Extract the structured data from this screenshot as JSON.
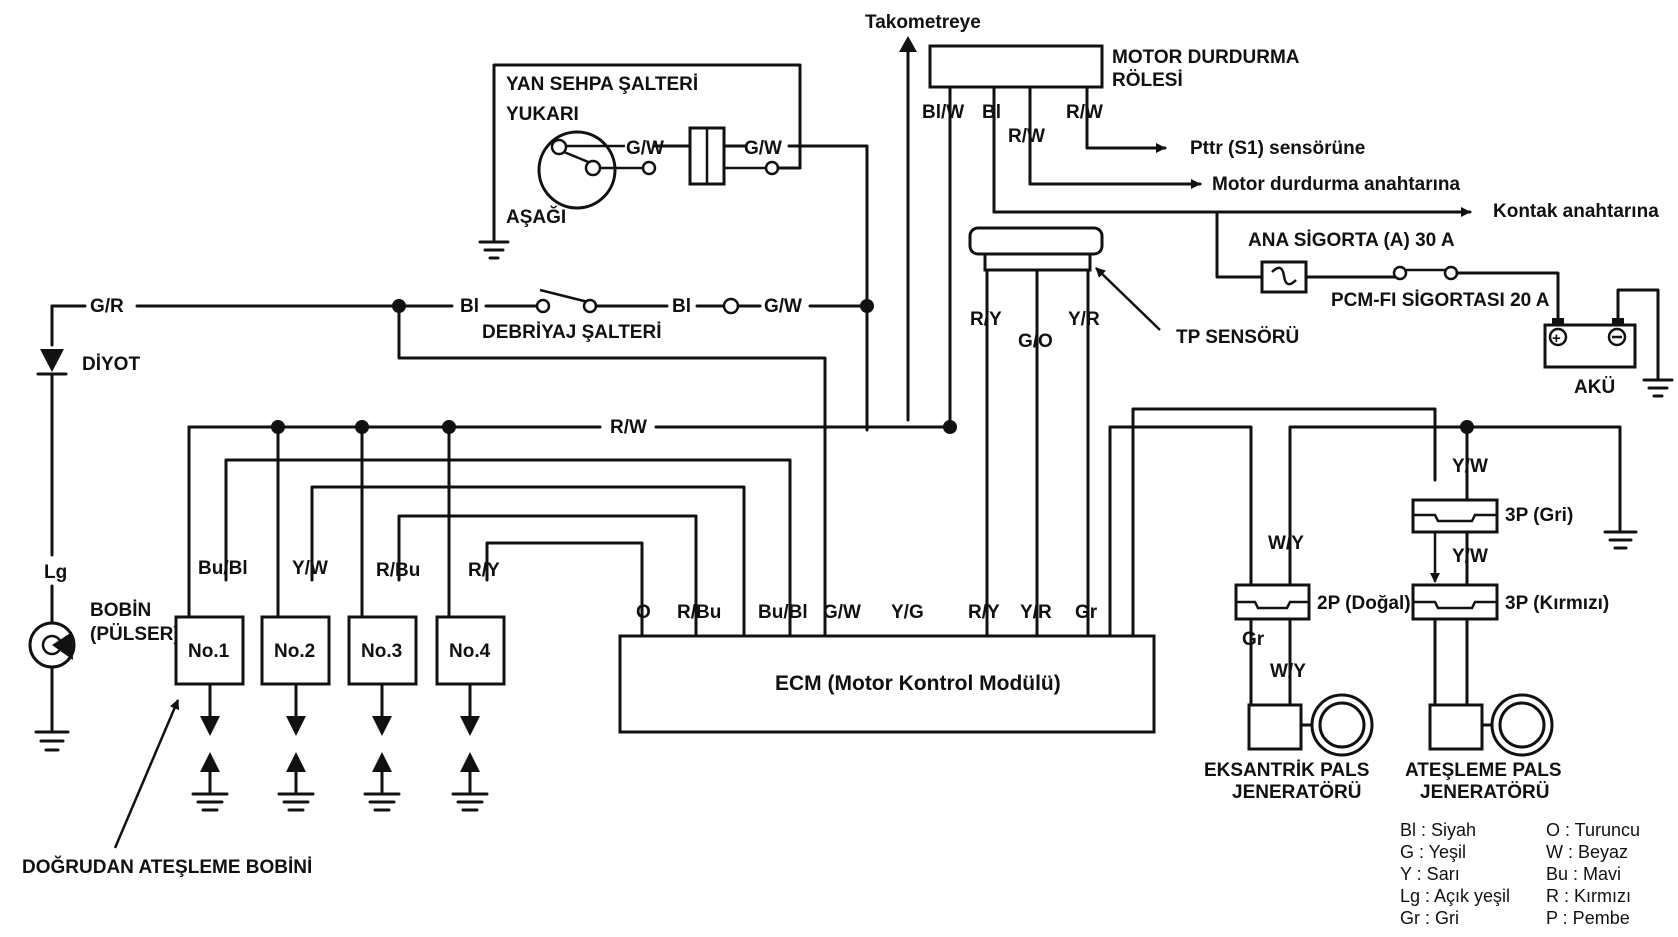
{
  "labels": {
    "takometre": "Takometreye",
    "relay_title_1": "MOTOR  DURDURMA",
    "relay_title_2": "RÖLESİ",
    "relay_bl_w": "Bl/W",
    "relay_bl": "Bl",
    "relay_r_w_mid": "R/W",
    "relay_r_w_right": "R/W",
    "pttr": "Pttr (S1) sensörüne",
    "motor_durdurma": "Motor durdurma anahtarına",
    "kontak": "Kontak anahtarına",
    "ana_sigorta": "ANA SİGORTA (A) 30 A",
    "pcm_sigorta": "PCM-FI SİGORTASI 20 A",
    "aku": "AKÜ",
    "yan_sehpa": "YAN SEHPA ŞALTERİ",
    "yukari": "YUKARI",
    "asagi": "AŞAĞI",
    "gw_left": "G/W",
    "gw_right": "G/W",
    "tp_sensor": "TP SENSÖRÜ",
    "tp_ry": "R/Y",
    "tp_go": "G/O",
    "tp_yr": "Y/R",
    "gr_wire": "G/R",
    "diyot": "DİYOT",
    "bl_1": "Bl",
    "bl_2": "Bl",
    "gw_clutch": "G/W",
    "debriyaj": "DEBRİYAJ ŞALTERİ",
    "rw_bus": "R/W",
    "lg": "Lg",
    "bobin_1": "BOBİN",
    "bobin_2": "(PÜLSER)",
    "coil_wire_1": "Bu/Bl",
    "coil_wire_2": "Y/W",
    "coil_wire_3": "R/Bu",
    "coil_wire_4": "R/Y",
    "no1": "No.1",
    "no2": "No.2",
    "no3": "No.3",
    "no4": "No.4",
    "direct_coil": "DOĞRUDAN ATEŞLEME BOBİNİ",
    "ecm": "ECM (Motor Kontrol Modülü)",
    "ecm_o": "O",
    "ecm_rbu": "R/Bu",
    "ecm_bubl": "Bu/Bl",
    "ecm_gw": "G/W",
    "ecm_yg": "Y/G",
    "ecm_ry": "R/Y",
    "ecm_yr": "Y/R",
    "ecm_gr": "Gr",
    "wy_top": "W/Y",
    "conn_2p": "2P (Doğal)",
    "gr_low": "Gr",
    "wy_low": "W/Y",
    "yw_top": "Y/W",
    "conn_3p_gri": "3P (Gri)",
    "yw_mid": "Y/W",
    "conn_3p_kirmizi": "3P (Kırmızı)",
    "eksantrik_1": "EKSANTRİK PALS",
    "eksantrik_2": "JENERATÖRÜ",
    "atesleme_1": "ATEŞLEME PALS",
    "atesleme_2": "JENERATÖRÜ"
  },
  "legend": [
    {
      "code": "Bl",
      "name": "Siyah"
    },
    {
      "code": "G",
      "name": "Yeşil"
    },
    {
      "code": "Y",
      "name": "Sarı"
    },
    {
      "code": "Lg",
      "name": "Açık yeşil"
    },
    {
      "code": "Gr",
      "name": "Gri"
    },
    {
      "code": "O",
      "name": "Turuncu"
    },
    {
      "code": "W",
      "name": "Beyaz"
    },
    {
      "code": "Bu",
      "name": "Mavi"
    },
    {
      "code": "R",
      "name": "Kırmızı"
    },
    {
      "code": "P",
      "name": "Pembe"
    }
  ]
}
